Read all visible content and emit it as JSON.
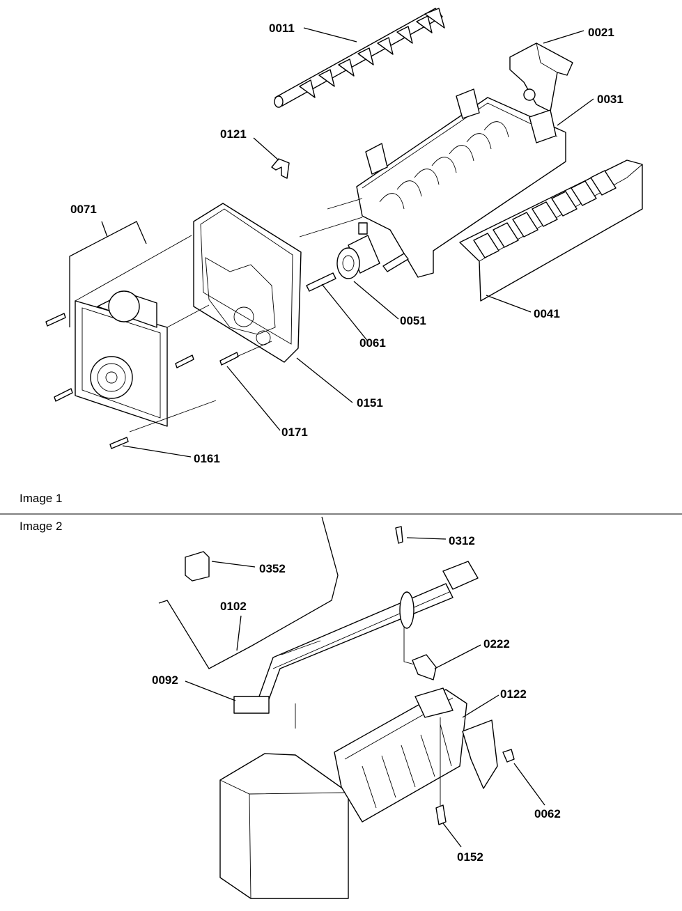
{
  "image1": {
    "caption": "Image 1",
    "callouts": [
      {
        "key": "p0011",
        "text": "0011"
      },
      {
        "key": "p0021",
        "text": "0021"
      },
      {
        "key": "p0031",
        "text": "0031"
      },
      {
        "key": "p0121",
        "text": "0121"
      },
      {
        "key": "p0071",
        "text": "0071"
      },
      {
        "key": "p0041",
        "text": "0041"
      },
      {
        "key": "p0051",
        "text": "0051"
      },
      {
        "key": "p0061",
        "text": "0061"
      },
      {
        "key": "p0151",
        "text": "0151"
      },
      {
        "key": "p0171",
        "text": "0171"
      },
      {
        "key": "p0161",
        "text": "0161"
      }
    ]
  },
  "image2": {
    "caption": "Image 2",
    "callouts": [
      {
        "key": "p0312",
        "text": "0312"
      },
      {
        "key": "p0352",
        "text": "0352"
      },
      {
        "key": "p0102",
        "text": "0102"
      },
      {
        "key": "p0222",
        "text": "0222"
      },
      {
        "key": "p0092",
        "text": "0092"
      },
      {
        "key": "p0122",
        "text": "0122"
      },
      {
        "key": "p0062",
        "text": "0062"
      },
      {
        "key": "p0152",
        "text": "0152"
      }
    ]
  }
}
